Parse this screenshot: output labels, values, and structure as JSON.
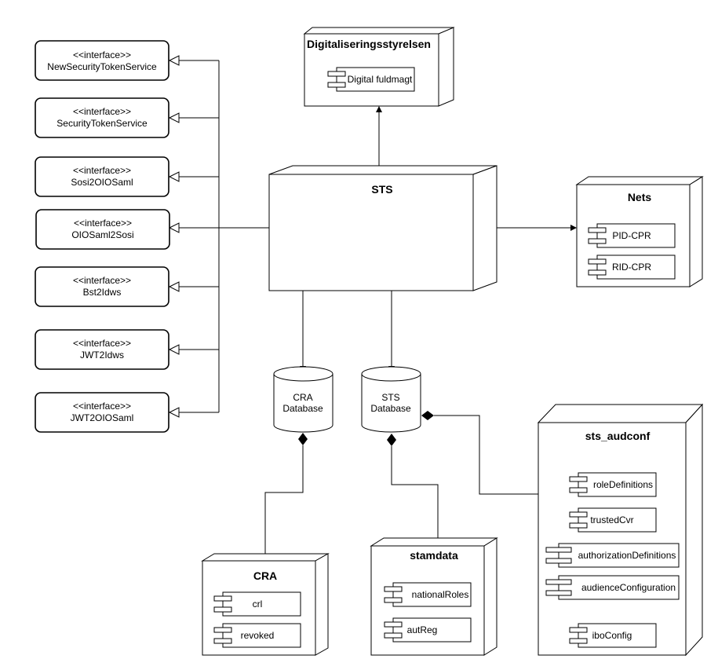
{
  "interfaces": [
    {
      "stereotype": "<<interface>>",
      "name": "NewSecurityTokenService"
    },
    {
      "stereotype": "<<interface>>",
      "name": "SecurityTokenService"
    },
    {
      "stereotype": "<<interface>>",
      "name": "Sosi2OIOSaml"
    },
    {
      "stereotype": "<<interface>>",
      "name": "OIOSaml2Sosi"
    },
    {
      "stereotype": "<<interface>>",
      "name": "Bst2Idws"
    },
    {
      "stereotype": "<<interface>>",
      "name": "JWT2Idws"
    },
    {
      "stereotype": "<<interface>>",
      "name": "JWT2OIOSaml"
    }
  ],
  "nodes": {
    "digst": {
      "title": "Digitaliseringsstyrelsen",
      "components": [
        "Digital fuldmagt"
      ]
    },
    "sts": {
      "title": "STS"
    },
    "nets": {
      "title": "Nets",
      "components": [
        "PID-CPR",
        "RID-CPR"
      ]
    },
    "cra": {
      "title": "CRA",
      "components": [
        "crl",
        "revoked"
      ]
    },
    "stamdata": {
      "title": "stamdata",
      "components": [
        "nationalRoles",
        "autReg"
      ]
    },
    "audconf": {
      "title": "sts_audconf",
      "components": [
        "roleDefinitions",
        "trustedCvr",
        "authorizationDefinitions",
        "audienceConfiguration",
        "iboConfig"
      ]
    }
  },
  "databases": {
    "cra_db": {
      "line1": "CRA",
      "line2": "Database"
    },
    "sts_db": {
      "line1": "STS",
      "line2": "Database"
    }
  }
}
